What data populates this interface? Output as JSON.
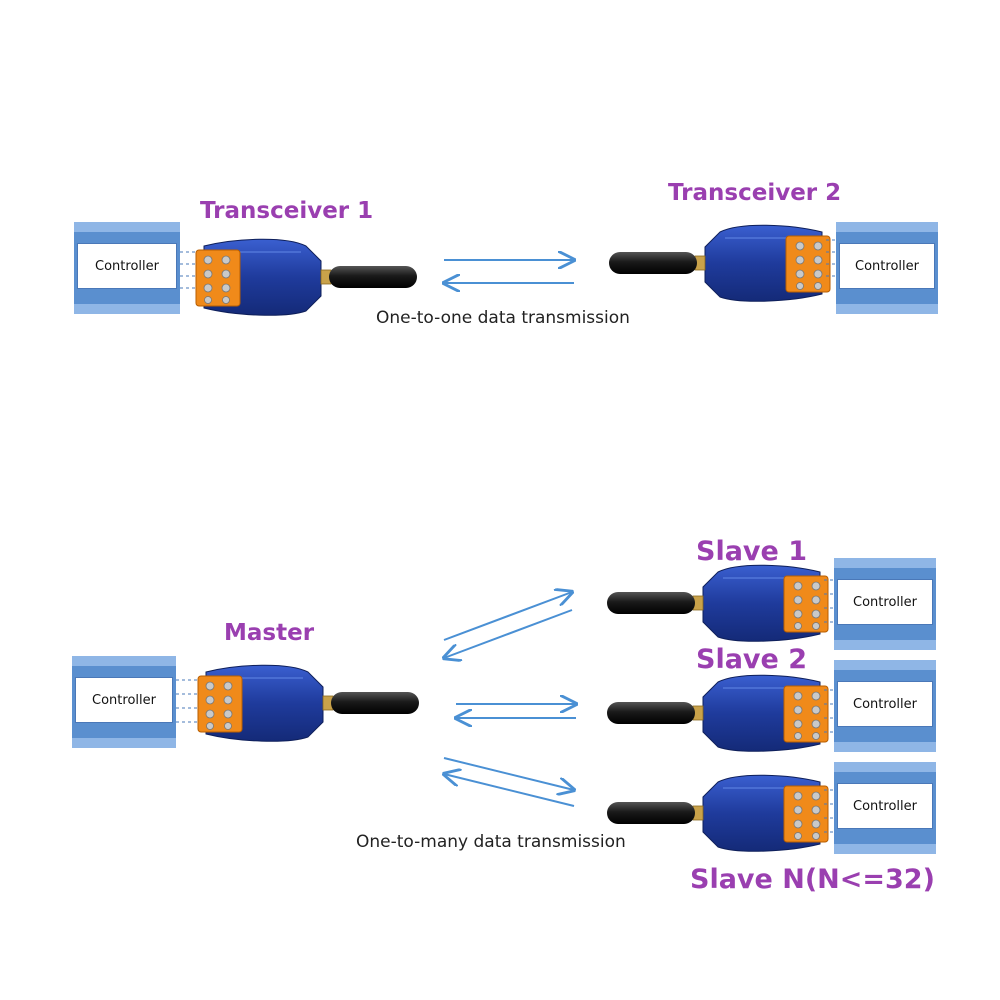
{
  "section_top": {
    "transceiver1_label": "Transceiver 1",
    "transceiver2_label": "Transceiver 2",
    "caption": "One-to-one data transmission"
  },
  "section_bottom": {
    "master_label": "Master",
    "slave1_label": "Slave 1",
    "slave2_label": "Slave 2",
    "slaveN_label": "Slave N(N<=32)",
    "caption": "One-to-many data transmission"
  },
  "controller_label": "Controller",
  "colors": {
    "label_purple": "#9a3fb0",
    "controller_blue": "#5a8fcf",
    "device_blue": "#1f3b9c",
    "terminal_orange": "#f08a1a",
    "arrow_blue": "#4a90d4"
  },
  "icons": [
    "transceiver-device-icon",
    "antenna-icon",
    "terminal-block-icon",
    "bidirectional-arrow-icon"
  ]
}
